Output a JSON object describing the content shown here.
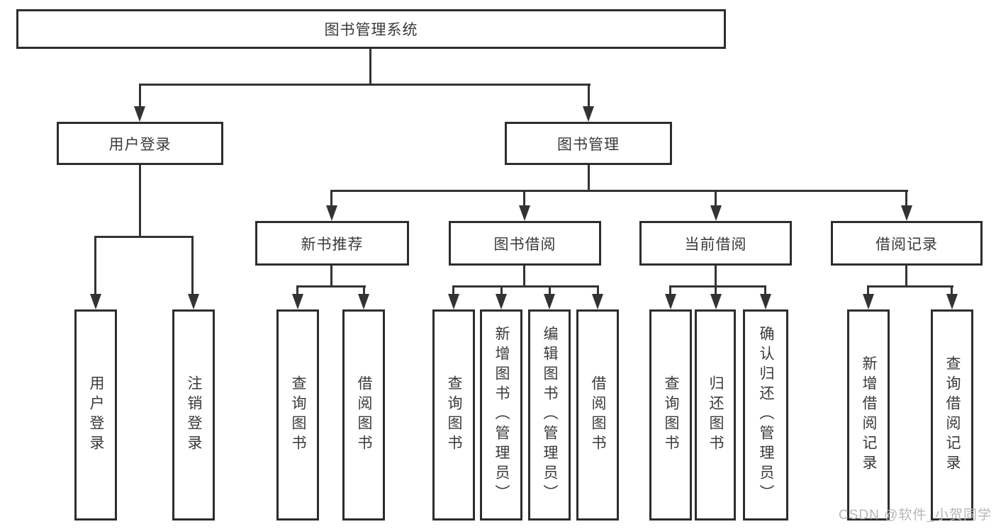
{
  "colors": {
    "line": "#333333",
    "border": "#2d2d2d",
    "fill": "#ffffff",
    "text": "#3a3a3a",
    "watermark": "#b6b6b6"
  },
  "tree": {
    "root": {
      "label": "图书管理系统"
    },
    "level2": [
      {
        "label": "用户登录"
      },
      {
        "label": "图书管理"
      }
    ],
    "level3": [
      {
        "label": "新书推荐"
      },
      {
        "label": "图书借阅"
      },
      {
        "label": "当前借阅"
      },
      {
        "label": "借阅记录"
      }
    ],
    "leaves": [
      {
        "label": "用户登录"
      },
      {
        "label": "注销登录"
      },
      {
        "label": "查询图书"
      },
      {
        "label": "借阅图书"
      },
      {
        "label": "查询图书"
      },
      {
        "label": "新增图书（管理员）"
      },
      {
        "label": "编辑图书（管理员）"
      },
      {
        "label": "借阅图书"
      },
      {
        "label": "查询图书"
      },
      {
        "label": "归还图书"
      },
      {
        "label": "确认归还（管理员）"
      },
      {
        "label": "新增借阅记录"
      },
      {
        "label": "查询借阅记录"
      }
    ]
  },
  "watermark": {
    "text": "CSDN @软件_小贺同学"
  }
}
